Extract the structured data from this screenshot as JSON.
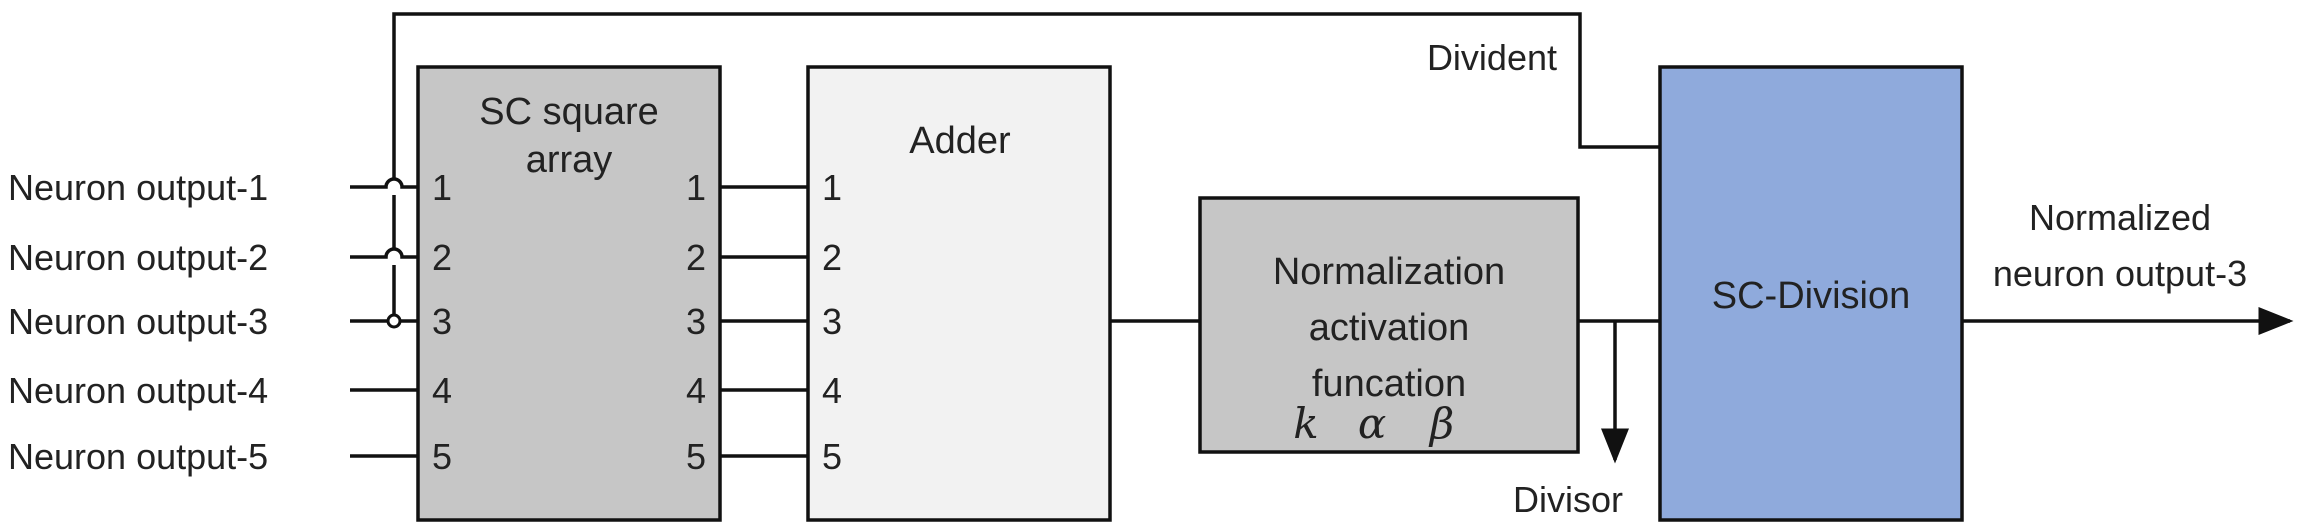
{
  "inputs": [
    "Neuron output-1",
    "Neuron output-2",
    "Neuron output-3",
    "Neuron output-4",
    "Neuron output-5"
  ],
  "square_array": {
    "title_line1": "SC square",
    "title_line2": "array",
    "in_ports": [
      "1",
      "2",
      "3",
      "4",
      "5"
    ],
    "out_ports": [
      "1",
      "2",
      "3",
      "4",
      "5"
    ],
    "fill": "#c6c6c6"
  },
  "adder": {
    "title": "Adder",
    "ports": [
      "1",
      "2",
      "3",
      "4",
      "5"
    ],
    "fill": "#f2f2f2"
  },
  "normalization": {
    "line1": "Normalization",
    "line2": "activation",
    "line3": "funcation",
    "params": [
      "k",
      "α",
      "β"
    ],
    "fill": "#c6c6c6"
  },
  "division": {
    "title": "SC-Division",
    "fill": "#8faadc"
  },
  "labels": {
    "divident": "Divident",
    "divisor": "Divisor",
    "output_line1": "Normalized",
    "output_line2": "neuron output-3"
  }
}
